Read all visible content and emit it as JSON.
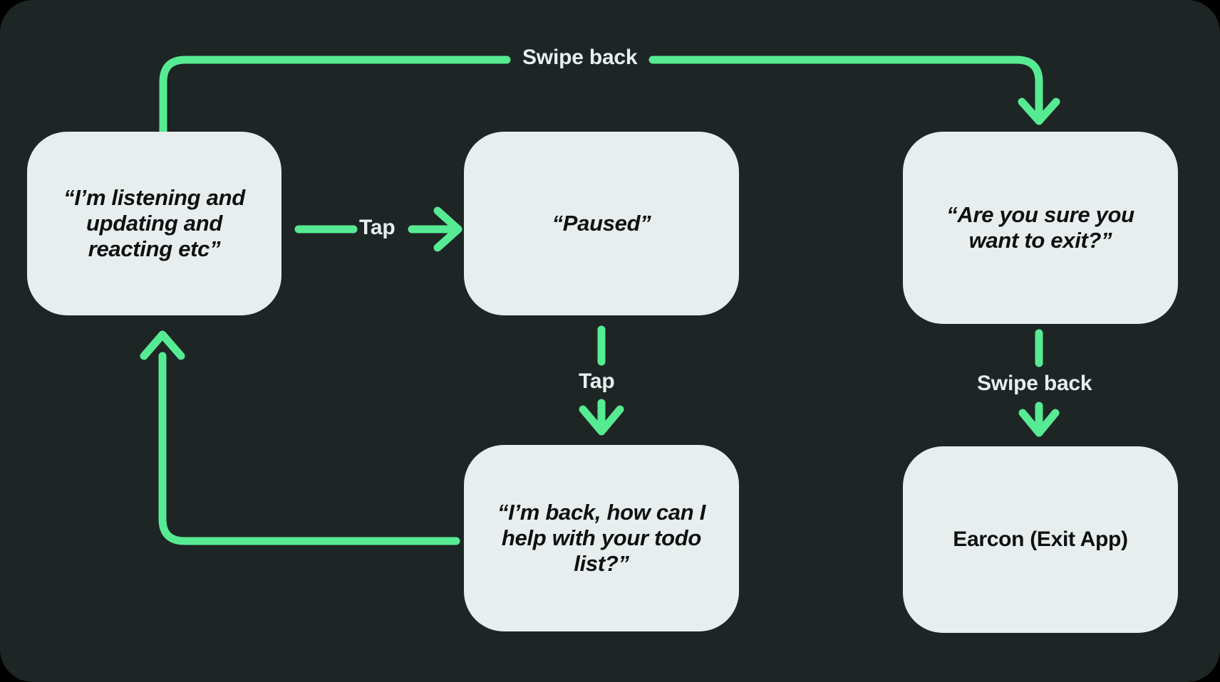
{
  "diagram": {
    "type": "flowchart",
    "background_color": "#1e2525",
    "node_fill_color": "#e8eeed",
    "node_text_color": "#0d1111",
    "edge_color": "#56eb93",
    "edge_label_color": "#e8eeed",
    "nodes": [
      {
        "id": "listening",
        "label": "“I’m listening and updating and reacting etc”",
        "style": "italic"
      },
      {
        "id": "paused",
        "label": "“Paused”",
        "style": "italic"
      },
      {
        "id": "confirm",
        "label": "“Are you sure you want to exit?”",
        "style": "italic"
      },
      {
        "id": "back",
        "label": "“I’m back, how can I help with your todo list?”",
        "style": "italic"
      },
      {
        "id": "earcon",
        "label": "Earcon (Exit App)",
        "style": "plain"
      }
    ],
    "edges": [
      {
        "id": "listening-to-confirm",
        "from": "listening",
        "to": "confirm",
        "label": "Swipe back"
      },
      {
        "id": "listening-to-paused",
        "from": "listening",
        "to": "paused",
        "label": "Tap"
      },
      {
        "id": "paused-to-back",
        "from": "paused",
        "to": "back",
        "label": "Tap"
      },
      {
        "id": "confirm-to-earcon",
        "from": "confirm",
        "to": "earcon",
        "label": "Swipe back"
      },
      {
        "id": "back-to-listening",
        "from": "back",
        "to": "listening",
        "label": ""
      }
    ]
  }
}
